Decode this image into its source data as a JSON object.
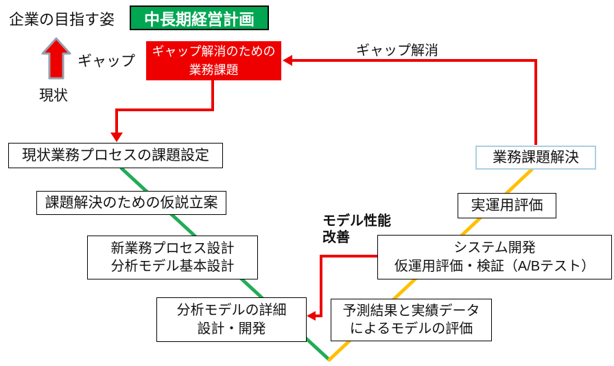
{
  "header": {
    "company_goal": "企業の目指す姿",
    "plan_label": "中長期経営計画",
    "gap_label": "ギャップ",
    "current_label": "現状"
  },
  "gap_task_box": {
    "line1": "ギャップ解消のための",
    "line2": "業務課題"
  },
  "annotations": {
    "gap_resolution": "ギャップ解消",
    "model_improvement_line1": "モデル性能",
    "model_improvement_line2": "改善"
  },
  "v_model": {
    "left": [
      {
        "line1": "現状業務プロセスの課題設定",
        "line2": ""
      },
      {
        "line1": "課題解決のための仮説立案",
        "line2": ""
      },
      {
        "line1": "新業務プロセス設計",
        "line2": "分析モデル基本設計"
      },
      {
        "line1": "分析モデルの詳細",
        "line2": "設計・開発"
      }
    ],
    "right": [
      {
        "line1": "予測結果と実績データ",
        "line2": "によるモデルの評価"
      },
      {
        "line1": "システム開発",
        "line2": "仮運用評価・検証（A/Bテスト）"
      },
      {
        "line1": "実運用評価",
        "line2": ""
      },
      {
        "line1": "業務課題解決",
        "line2": ""
      }
    ]
  },
  "colors": {
    "red": "#EE0000",
    "green_box_fill": "#00A651",
    "green_line": "#21AC57",
    "yellow_line": "#FFC000",
    "light_blue_border": "#ABCFE0",
    "up_arrow_border_gray": "#96A0AC",
    "box_border": "#000000"
  }
}
